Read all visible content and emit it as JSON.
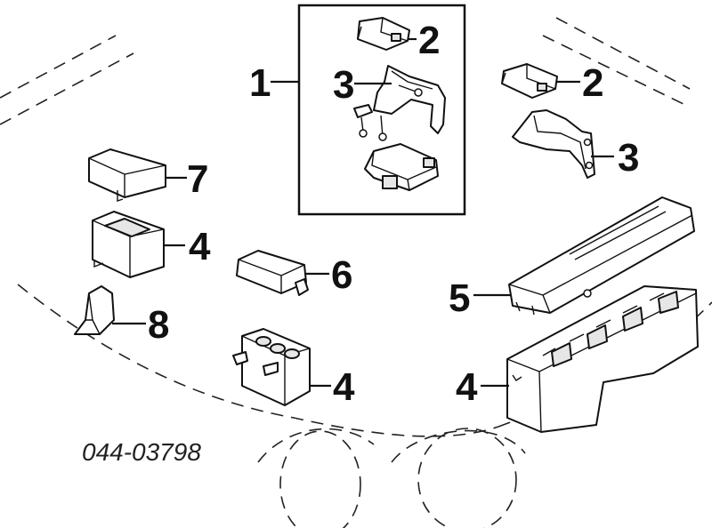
{
  "diagram": {
    "reference_code": "044-03798",
    "callouts": {
      "c1": "1",
      "c2a": "2",
      "c2b": "2",
      "c3a": "3",
      "c3b": "3",
      "c4a": "4",
      "c4b": "4",
      "c4c": "4",
      "c5": "5",
      "c6": "6",
      "c7": "7",
      "c8": "8"
    }
  }
}
